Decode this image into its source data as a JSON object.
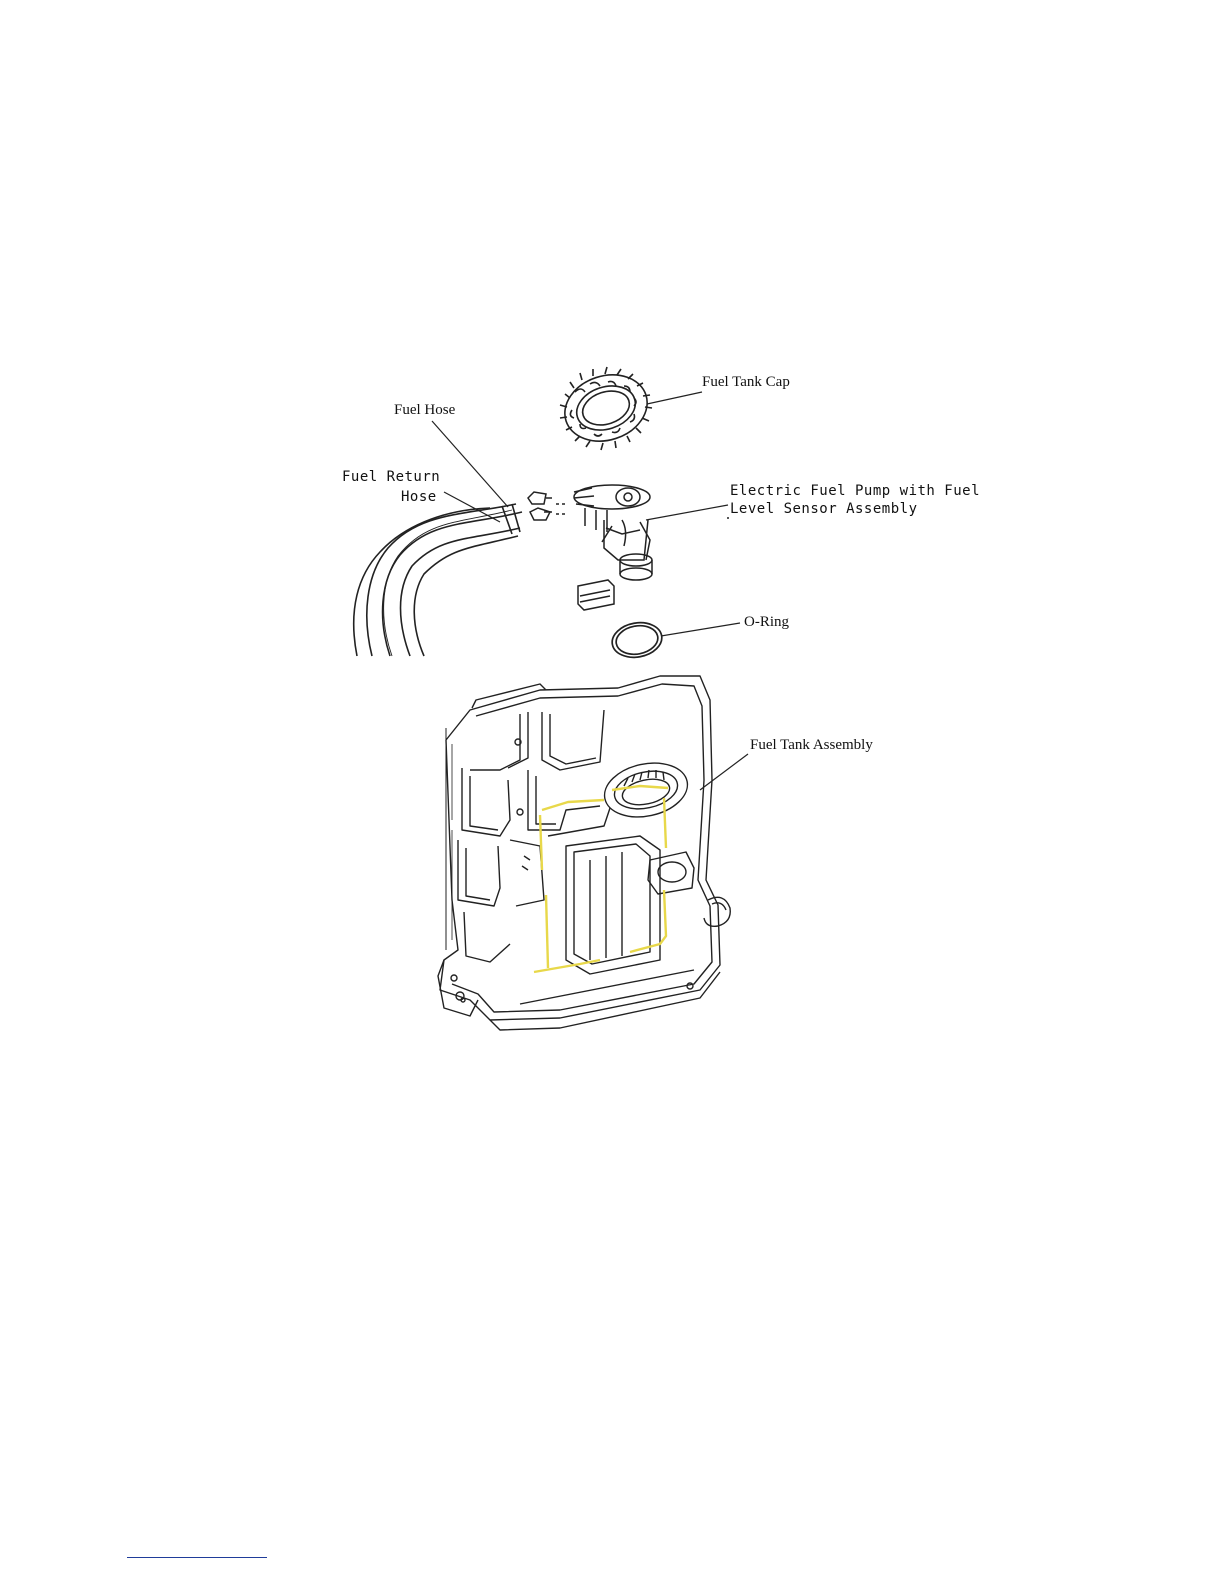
{
  "labels": {
    "fuel_tank_cap": "Fuel Tank Cap",
    "fuel_hose": "Fuel Hose",
    "fuel_return_hose_line1": "Fuel Return",
    "fuel_return_hose_line2": "Hose",
    "electric_pump_line1": "Electric Fuel Pump with Fuel",
    "electric_pump_line2": "Level Sensor Assembly",
    "o_ring": "O-Ring",
    "fuel_tank_assembly": "Fuel Tank Assembly"
  },
  "colors": {
    "line": "#222222",
    "highlight": "#e8d84a",
    "footer_rule": "#1f3c99"
  }
}
